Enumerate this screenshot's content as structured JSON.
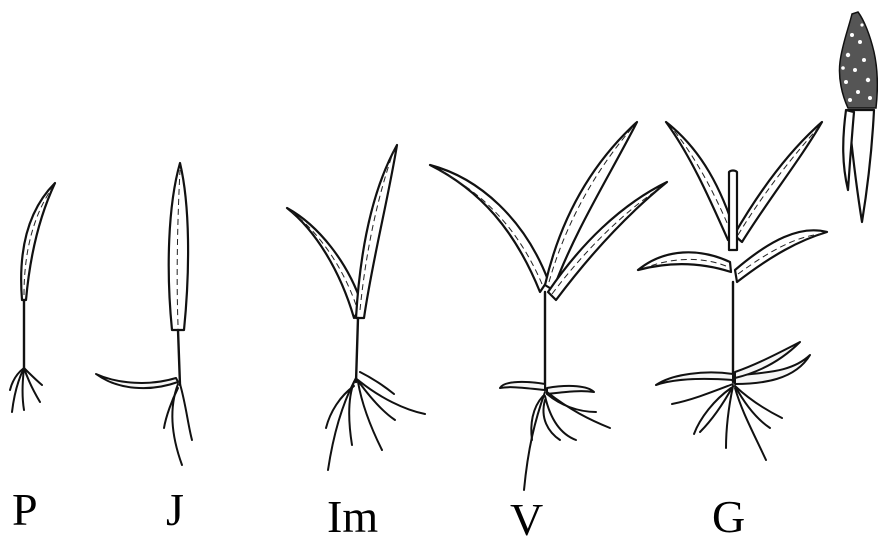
{
  "diagram": {
    "stages": [
      {
        "id": "P",
        "label": "P"
      },
      {
        "id": "J",
        "label": "J"
      },
      {
        "id": "Im",
        "label": "Im"
      },
      {
        "id": "V",
        "label": "V"
      },
      {
        "id": "G",
        "label": "G"
      }
    ]
  }
}
